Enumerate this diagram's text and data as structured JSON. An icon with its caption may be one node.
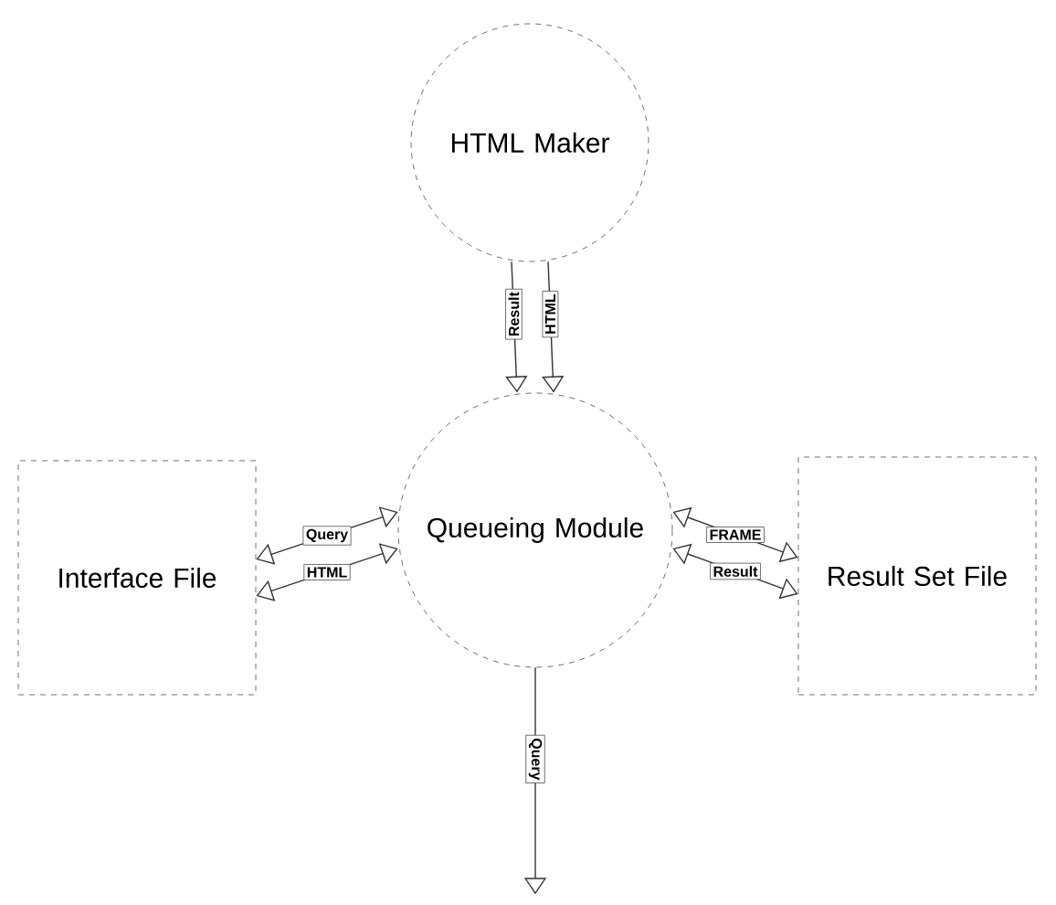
{
  "diagram": {
    "nodes": [
      {
        "text": [
          "HTML Maker"
        ]
      },
      {
        "text": [
          "Queueing Module"
        ]
      },
      {
        "text": [
          "Interface File"
        ]
      },
      {
        "text": [
          "Result Set File"
        ]
      }
    ],
    "edges": [
      {
        "from": 0,
        "to": 1,
        "arrow": "to",
        "label": "Result"
      },
      {
        "from": 0,
        "to": 1,
        "arrow": "to",
        "label": "HTML"
      },
      {
        "from": 1,
        "to": 2,
        "arrow": "both",
        "label": "Query"
      },
      {
        "from": 1,
        "to": 2,
        "arrow": "both",
        "label": "HTML"
      },
      {
        "from": 1,
        "to": 3,
        "arrow": "both",
        "label": "FRAME"
      },
      {
        "from": 1,
        "to": 3,
        "arrow": "both",
        "label": "Result"
      },
      {
        "from": 1,
        "to": null,
        "arrow": "to",
        "label": "Query"
      }
    ]
  }
}
